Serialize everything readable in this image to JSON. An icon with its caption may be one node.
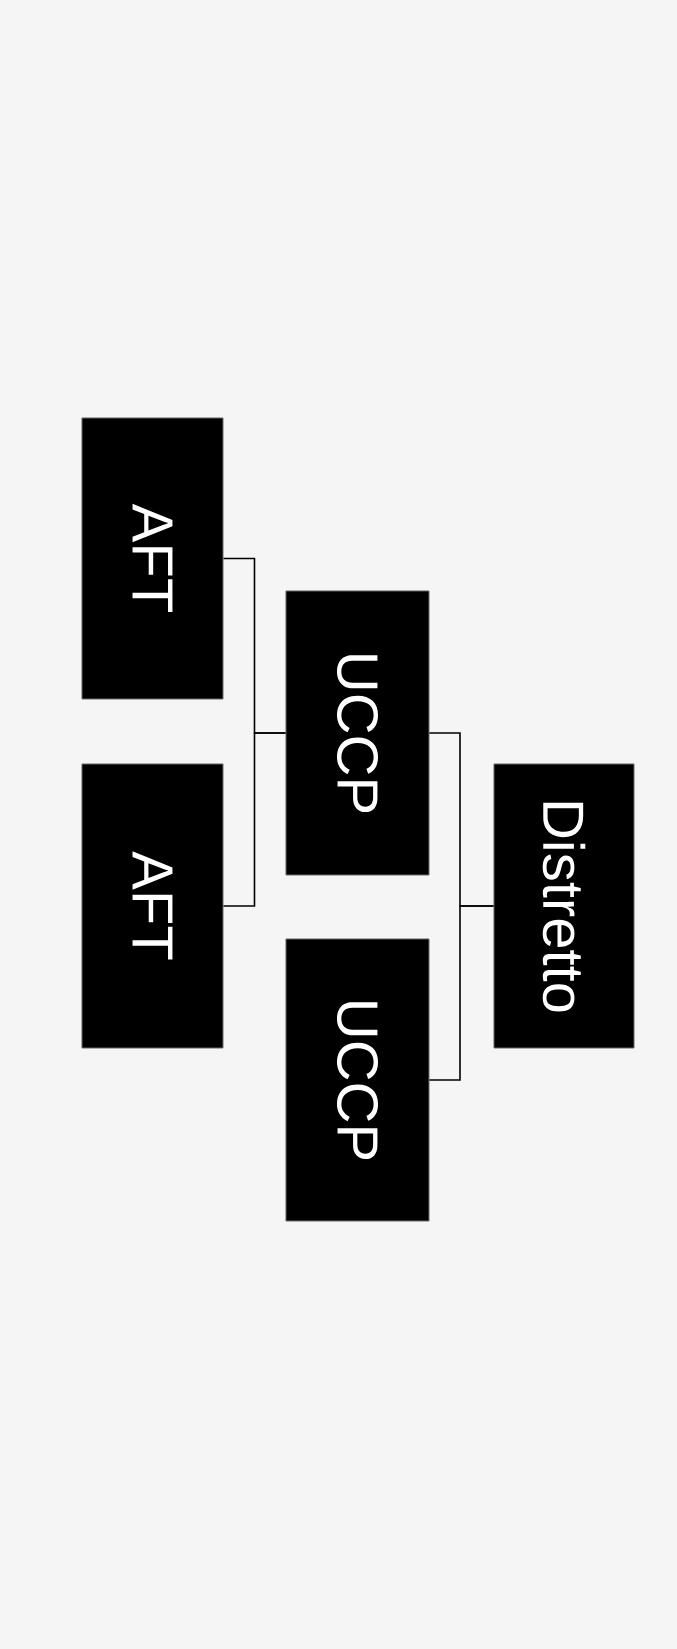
{
  "diagram": {
    "nodes": [
      {
        "text": [
          "AFT"
        ]
      },
      {
        "text": [
          "AFT"
        ]
      },
      {
        "text": [
          "UCCP"
        ]
      },
      {
        "text": [
          "UCCP"
        ]
      },
      {
        "text": [
          "Distretto"
        ]
      }
    ],
    "edges": [
      {
        "from": 4,
        "to": 2,
        "arrow": "none"
      },
      {
        "from": 4,
        "to": 3,
        "arrow": "none"
      },
      {
        "from": 2,
        "to": 0,
        "arrow": "none"
      },
      {
        "from": 2,
        "to": 1,
        "arrow": "none"
      }
    ]
  }
}
